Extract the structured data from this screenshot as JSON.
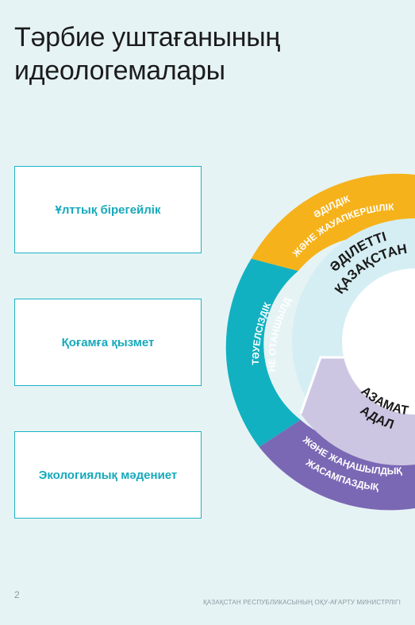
{
  "title": {
    "line1": "Тәрбие уштағанының",
    "line2": "идеологемалары"
  },
  "cards": [
    {
      "label": "Ұлттық бірегейлік"
    },
    {
      "label": "Қоғамға қызмет"
    },
    {
      "label": "Экологиялық мәдениет"
    }
  ],
  "wheel": {
    "outer": [
      {
        "line1": "ӘДІЛДІК",
        "line2": "ЖӘНЕ ЖАУАПКЕРШІЛІК",
        "color": "#f6b21b"
      },
      {
        "line1": "ТӘУЕЛСІЗДІК",
        "line2": "ЖӘНЕ ОТАНШЫЛДЫҚ",
        "color": "#12b1c1"
      },
      {
        "line1": "ЖАСАМПАЗДЫҚ",
        "line2": "ЖӘНЕ ЖАҢАШЫЛДЫҚ",
        "color": "#7b68b4"
      }
    ],
    "inner": [
      {
        "line1": "ӘДІЛЕТТІ",
        "line2": "ҚАЗАҚСТАН",
        "color": "#d5eef3"
      },
      {
        "line1": "АДАЛ",
        "line2": "АЗАМАТ",
        "color": "#cdc6e3"
      }
    ]
  },
  "page_number": "2",
  "footer": "ҚАЗАҚСТАН РЕСПУБЛИКАСЫНЫҢ ОҚУ-АҒАРТУ МИНИСТРЛІГІ"
}
